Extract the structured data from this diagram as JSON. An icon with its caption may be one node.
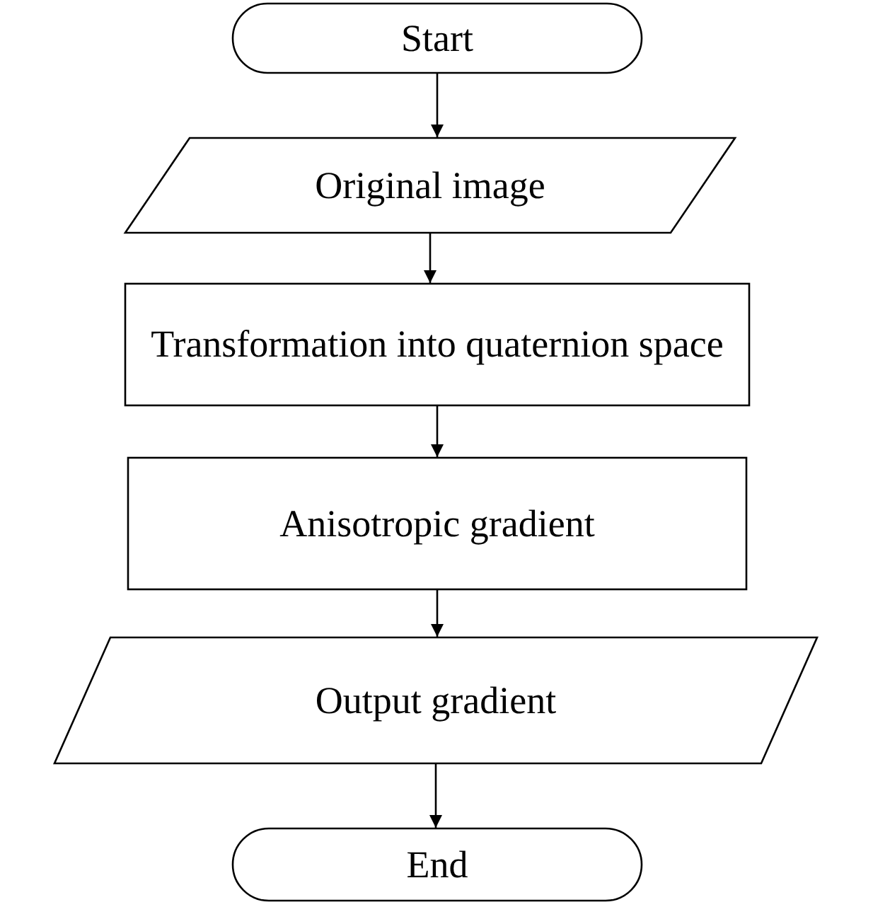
{
  "diagram": {
    "nodes": [
      {
        "text": [
          "Start"
        ]
      },
      {
        "text": [
          "Original image"
        ]
      },
      {
        "text": [
          "Transformation into quaternion space"
        ]
      },
      {
        "text": [
          "Anisotropic gradient"
        ]
      },
      {
        "text": [
          "Output gradient"
        ]
      },
      {
        "text": [
          "End"
        ]
      }
    ],
    "edges": [
      {
        "from": 0,
        "to": 1,
        "arrow": "to"
      },
      {
        "from": 1,
        "to": 2,
        "arrow": "to"
      },
      {
        "from": 2,
        "to": 3,
        "arrow": "to"
      },
      {
        "from": 3,
        "to": 4,
        "arrow": "to"
      },
      {
        "from": 4,
        "to": 5,
        "arrow": "to"
      }
    ]
  }
}
